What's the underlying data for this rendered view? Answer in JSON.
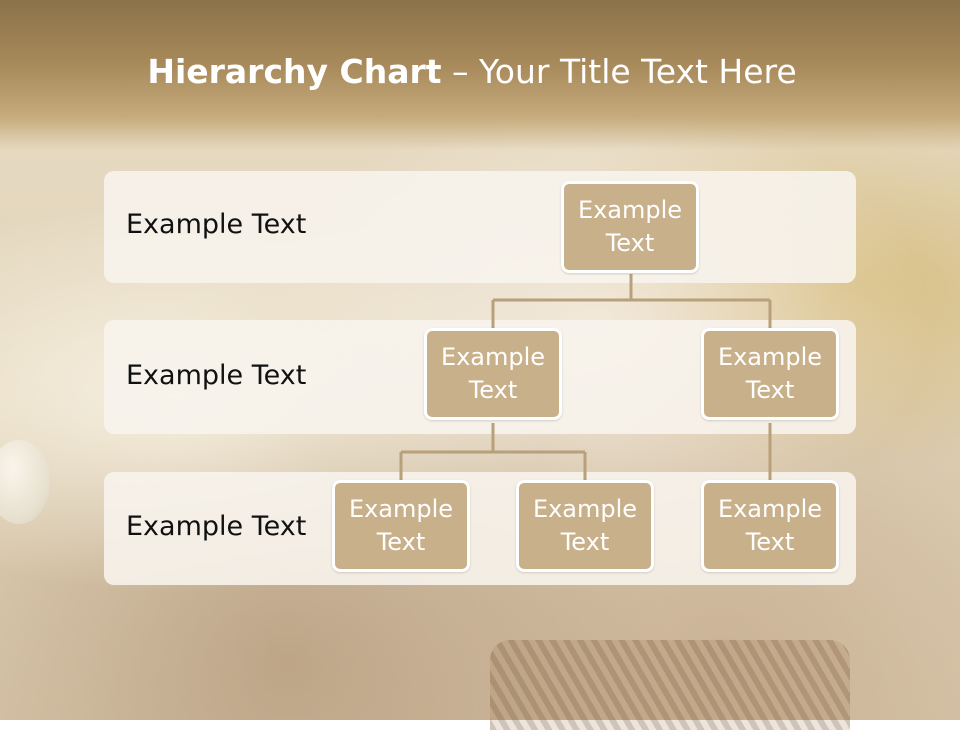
{
  "title": {
    "bold": "Hierarchy Chart",
    "rest": " – Your Title Text Here"
  },
  "levels": [
    {
      "label": "Example Text"
    },
    {
      "label": "Example Text"
    },
    {
      "label": "Example Text"
    }
  ],
  "nodes": {
    "root": "Example Text",
    "level2_left": "Example Text",
    "level2_right": "Example Text",
    "level3_a": "Example Text",
    "level3_b": "Example Text",
    "level3_c": "Example Text"
  },
  "colors": {
    "node_fill": "#c8b08a",
    "connector": "#b8a07a",
    "band_fill": "#f7f3ec",
    "title_band": "#a98b5c"
  }
}
